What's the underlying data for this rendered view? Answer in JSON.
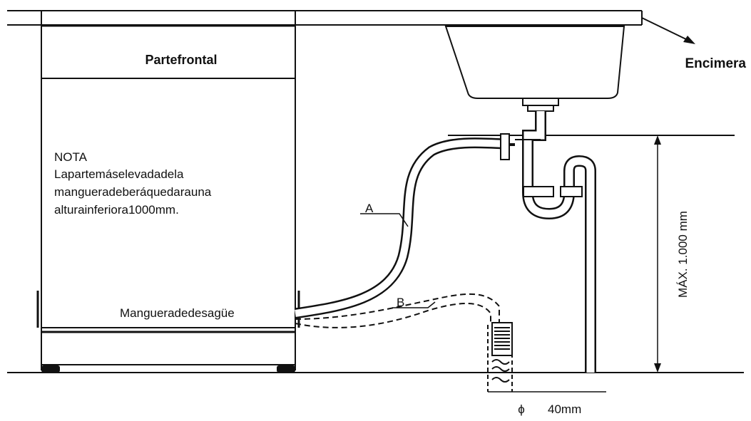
{
  "labels": {
    "front": "Partefrontal",
    "countertop": "Encimera",
    "note_title": "NOTA",
    "note_line1": "Lapartemáselevadadela",
    "note_line2": "mangueradeberáquedarauna",
    "note_line3": "alturainferiora1000mm.",
    "drain_hose": "Mangueradedesagüe",
    "hose_a": "A",
    "hose_b": "B",
    "max_height": "MÁX. 1.000 mm",
    "diameter_symbol": "ϕ",
    "diameter": "40mm"
  }
}
